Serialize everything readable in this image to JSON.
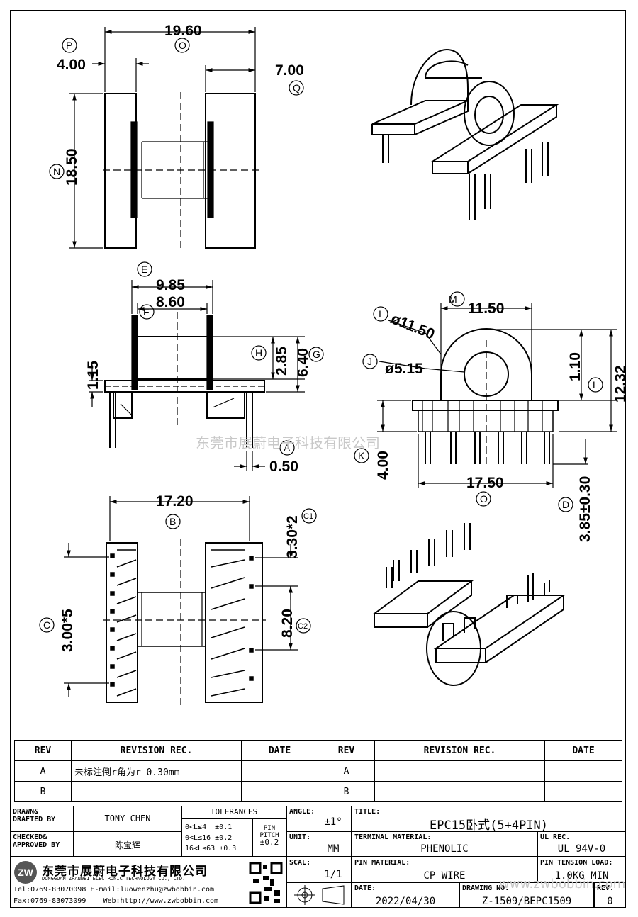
{
  "drawing": {
    "top_view": {
      "dims": {
        "overall_width": "19.60",
        "overall_height": "18.50",
        "left_offset": "4.00",
        "right_offset": "7.00"
      },
      "labels": {
        "p": "P",
        "o": "O",
        "q": "Q",
        "n": "N"
      }
    },
    "side_view": {
      "dims": {
        "e": "9.85",
        "f": "8.60",
        "h": "2.85",
        "g": "6.40",
        "left_height": "1.15",
        "a": "0.50"
      },
      "labels": {
        "e": "E",
        "f": "F",
        "h": "H",
        "g": "G",
        "a": "A"
      }
    },
    "front_view": {
      "dims": {
        "m": "11.50",
        "i": "ø11.50",
        "j": "ø5.15",
        "top": "1.10",
        "l": "12.32",
        "k": "4.00",
        "o": "17.50",
        "d": "3.85±0.30"
      },
      "labels": {
        "m": "M",
        "i": "I",
        "j": "J",
        "l": "L",
        "k": "K",
        "o": "O",
        "d": "D"
      }
    },
    "bottom_view": {
      "dims": {
        "b": "17.20",
        "c1": "3.30*2",
        "c": "3.00*5",
        "c2": "8.20"
      },
      "labels": {
        "b": "B",
        "c1": "C1",
        "c": "C",
        "c2": "C2"
      }
    },
    "watermark": "东莞市展蔚电子科技有限公司"
  },
  "revisions": {
    "headers": [
      "REV",
      "REVISION REC.",
      "DATE",
      "REV",
      "REVISION REC.",
      "DATE"
    ],
    "rows": [
      [
        "A",
        "未标注倒r角为r 0.30mm",
        "",
        "A",
        "",
        ""
      ],
      [
        "B",
        "",
        "",
        "B",
        "",
        ""
      ]
    ]
  },
  "title_block": {
    "drawn_label": "DRAWN&\nDRAFTED BY",
    "drawn_value": "TONY CHEN",
    "checked_label": "CHECKED&\nAPPROVED BY",
    "checked_value": "陈宝辉",
    "tolerances_label": "TOLERANCES",
    "tol_rows": [
      [
        "0<L≤4",
        "±0.1"
      ],
      [
        "0<L≤16",
        "±0.2"
      ],
      [
        "16<L≤63",
        "±0.3"
      ]
    ],
    "pin_pitch_label": "PIN PITCH",
    "pin_pitch_value": "±0.2",
    "angle_label": "ANGLE:",
    "angle_value": "±1°",
    "unit_label": "UNIT:",
    "unit_value": "MM",
    "scale_label": "SCAL:",
    "scale_value": "1/1",
    "title_label": "TITLE:",
    "title_value": "EPC15卧式(5+4PIN)",
    "terminal_label": "TERMINAL MATERIAL:",
    "terminal_value": "PHENOLIC",
    "ul_label": "UL REC.",
    "ul_value": "UL 94V-0",
    "pin_material_label": "PIN MATERIAL:",
    "pin_material_value": "CP WIRE",
    "tension_label": "PIN TENSION LOAD:",
    "tension_value": "1.0KG MIN",
    "date_label": "DATE:",
    "date_value": "2022/04/30",
    "drawing_no_label": "DRAWING NO.",
    "drawing_no_value": "Z-1509/BEPC1509",
    "rev_label": "REV.",
    "rev_value": "0",
    "company_cn": "东莞市展蔚电子科技有限公司",
    "company_en": "DONGGUAN ZHANWEI ELECTRONIC TECHNOLOGY CO., LTD.",
    "tel": "Tel:0769-83070098",
    "email": "E-mail:luowenzhu@zwbobbin.com",
    "fax": "Fax:0769-83073099",
    "web": "Web:http://www.zwbobbin.com",
    "logo_text": "ZW",
    "watermark": "www.zwbobbin.com"
  }
}
